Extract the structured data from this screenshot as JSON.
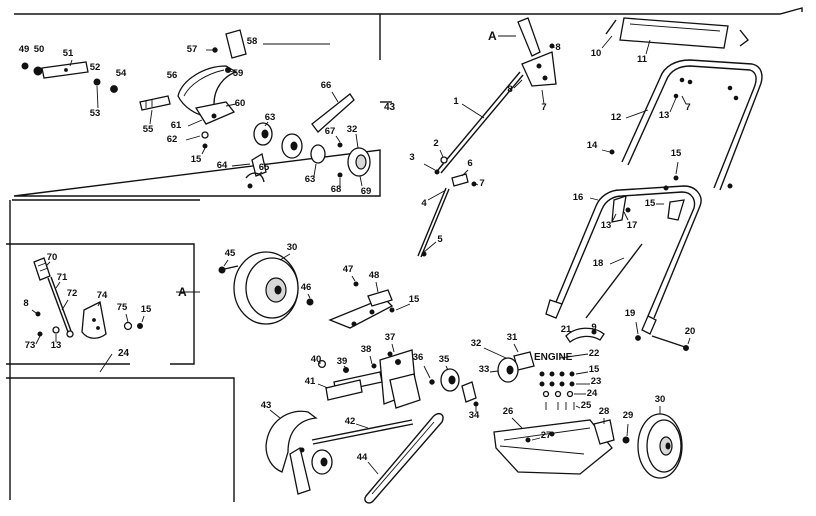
{
  "diagram": {
    "title": "",
    "inset_labels": {
      "top_inset": "43",
      "left_inset_marker": "A",
      "left_inset": "24",
      "handle_marker": "A"
    },
    "engine_label": "ENGINE",
    "callouts": [
      {
        "id": "c49",
        "text": "49"
      },
      {
        "id": "c50",
        "text": "50"
      },
      {
        "id": "c51",
        "text": "51"
      },
      {
        "id": "c52",
        "text": "52"
      },
      {
        "id": "c53",
        "text": "53"
      },
      {
        "id": "c54",
        "text": "54"
      },
      {
        "id": "c55",
        "text": "55"
      },
      {
        "id": "c56",
        "text": "56"
      },
      {
        "id": "c57",
        "text": "57"
      },
      {
        "id": "c58",
        "text": "58"
      },
      {
        "id": "c59",
        "text": "59"
      },
      {
        "id": "c60",
        "text": "60"
      },
      {
        "id": "c61",
        "text": "61"
      },
      {
        "id": "c62",
        "text": "62"
      },
      {
        "id": "c15a",
        "text": "15"
      },
      {
        "id": "c63a",
        "text": "63"
      },
      {
        "id": "c64",
        "text": "64"
      },
      {
        "id": "c65",
        "text": "65"
      },
      {
        "id": "c66",
        "text": "66"
      },
      {
        "id": "c67",
        "text": "67"
      },
      {
        "id": "c32a",
        "text": "32"
      },
      {
        "id": "c63b",
        "text": "63"
      },
      {
        "id": "c68",
        "text": "68"
      },
      {
        "id": "c69",
        "text": "69"
      },
      {
        "id": "c1",
        "text": "1"
      },
      {
        "id": "c2",
        "text": "2"
      },
      {
        "id": "c3",
        "text": "3"
      },
      {
        "id": "c4",
        "text": "4"
      },
      {
        "id": "c5",
        "text": "5"
      },
      {
        "id": "c6",
        "text": "6"
      },
      {
        "id": "c7a",
        "text": "7"
      },
      {
        "id": "c8a",
        "text": "8"
      },
      {
        "id": "c8b",
        "text": "8"
      },
      {
        "id": "c7b",
        "text": "7"
      },
      {
        "id": "c10",
        "text": "10"
      },
      {
        "id": "c11",
        "text": "11"
      },
      {
        "id": "c12",
        "text": "12"
      },
      {
        "id": "c13a",
        "text": "13"
      },
      {
        "id": "c7c",
        "text": "7"
      },
      {
        "id": "c14",
        "text": "14"
      },
      {
        "id": "c15b",
        "text": "15"
      },
      {
        "id": "c16",
        "text": "16"
      },
      {
        "id": "c13b",
        "text": "13"
      },
      {
        "id": "c17",
        "text": "17"
      },
      {
        "id": "c15c",
        "text": "15"
      },
      {
        "id": "c18",
        "text": "18"
      },
      {
        "id": "c19",
        "text": "19"
      },
      {
        "id": "c20",
        "text": "20"
      },
      {
        "id": "c21",
        "text": "21"
      },
      {
        "id": "c9",
        "text": "9"
      },
      {
        "id": "c70",
        "text": "70"
      },
      {
        "id": "c71",
        "text": "71"
      },
      {
        "id": "c72",
        "text": "72"
      },
      {
        "id": "c74",
        "text": "74"
      },
      {
        "id": "c8c",
        "text": "8"
      },
      {
        "id": "c73",
        "text": "73"
      },
      {
        "id": "c13c",
        "text": "13"
      },
      {
        "id": "c75",
        "text": "75"
      },
      {
        "id": "c15d",
        "text": "15"
      },
      {
        "id": "c45",
        "text": "45"
      },
      {
        "id": "c30a",
        "text": "30"
      },
      {
        "id": "c46",
        "text": "46"
      },
      {
        "id": "c47",
        "text": "47"
      },
      {
        "id": "c48",
        "text": "48"
      },
      {
        "id": "c15e",
        "text": "15"
      },
      {
        "id": "c32b",
        "text": "32"
      },
      {
        "id": "c31",
        "text": "31"
      },
      {
        "id": "c22",
        "text": "22"
      },
      {
        "id": "c33",
        "text": "33"
      },
      {
        "id": "c15f",
        "text": "15"
      },
      {
        "id": "c23",
        "text": "23"
      },
      {
        "id": "c24b",
        "text": "24"
      },
      {
        "id": "c25",
        "text": "25"
      },
      {
        "id": "c40",
        "text": "40"
      },
      {
        "id": "c39",
        "text": "39"
      },
      {
        "id": "c38",
        "text": "38"
      },
      {
        "id": "c37",
        "text": "37"
      },
      {
        "id": "c36",
        "text": "36"
      },
      {
        "id": "c35",
        "text": "35"
      },
      {
        "id": "c41",
        "text": "41"
      },
      {
        "id": "c34",
        "text": "34"
      },
      {
        "id": "c42",
        "text": "42"
      },
      {
        "id": "c43",
        "text": "43"
      },
      {
        "id": "c44",
        "text": "44"
      },
      {
        "id": "c26",
        "text": "26"
      },
      {
        "id": "c27",
        "text": "27"
      },
      {
        "id": "c28",
        "text": "28"
      },
      {
        "id": "c29",
        "text": "29"
      },
      {
        "id": "c30b",
        "text": "30"
      }
    ]
  }
}
